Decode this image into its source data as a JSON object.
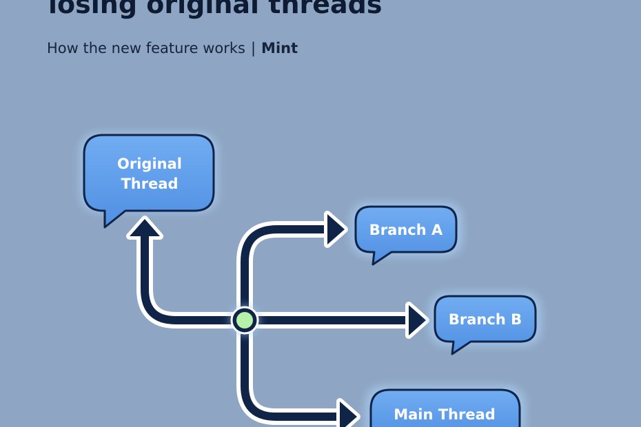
{
  "header": {
    "headline": "losing original threads",
    "subtitle_text": "How the new feature works",
    "subtitle_separator": "|",
    "brand": "Mint"
  },
  "diagram": {
    "nodes": {
      "original_thread": {
        "line1": "Original",
        "line2": "Thread"
      },
      "branch_a": {
        "label": "Branch A"
      },
      "branch_b": {
        "label": "Branch B"
      },
      "main_thread": {
        "label": "Main Thread"
      }
    }
  },
  "colors": {
    "background": "#8ea6c3",
    "bubble_fill": "#5a9bea",
    "bubble_stroke": "#0f2447",
    "arrow_line": "#0f2447",
    "arrow_outline": "#ffffff",
    "hub_fill": "#b7f0a8"
  }
}
